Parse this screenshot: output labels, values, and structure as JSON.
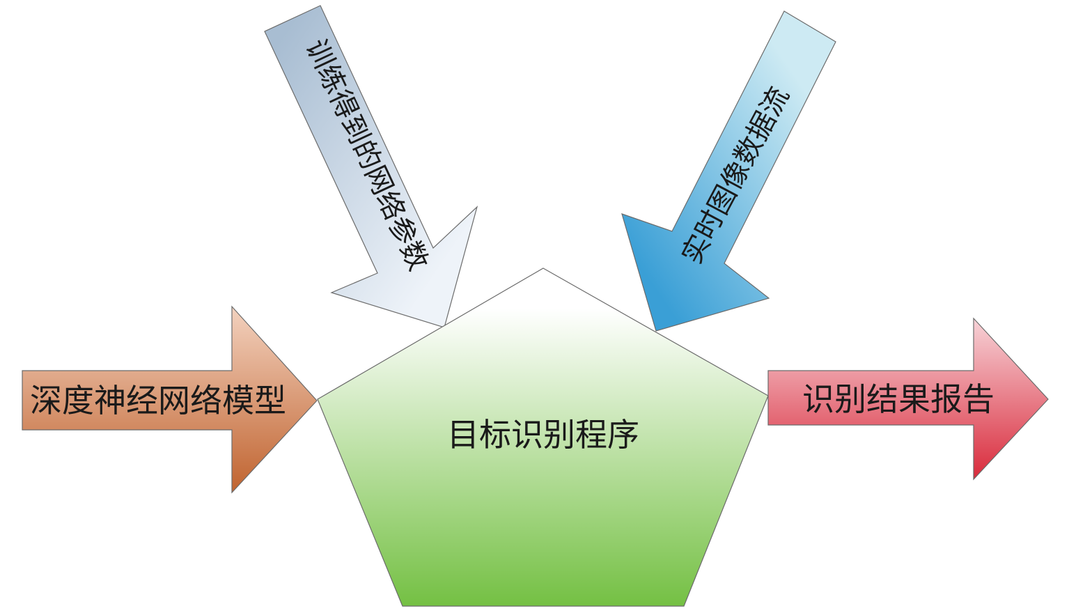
{
  "center": {
    "label": "目标识别程序",
    "color_top": "#ffffff",
    "color_bottom": "#74c043"
  },
  "inputs": {
    "model": {
      "label": "深度神经网络模型",
      "color_top": "#f3d2bf",
      "color_bottom": "#c0632f"
    },
    "params": {
      "label": "训练得到的网络参数",
      "color_start": "#a8bdd2",
      "color_end": "#eef3f9"
    },
    "stream": {
      "label": "实时图像数据流",
      "color_start": "#3a9fd6",
      "color_end": "#cdeaf3"
    }
  },
  "output": {
    "label": "识别结果报告",
    "color_top": "#f7d3d8",
    "color_bottom": "#d92a3b"
  }
}
